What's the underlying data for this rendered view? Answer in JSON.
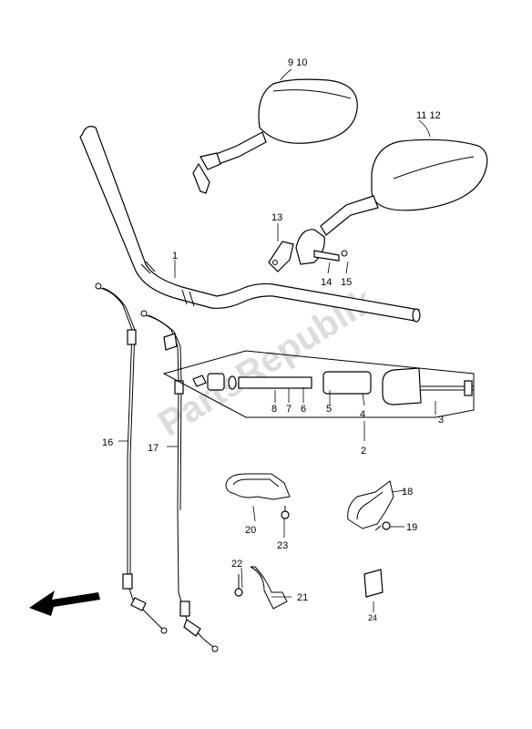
{
  "watermark": "PartsRepublik",
  "labels": {
    "p1": "1",
    "p2": "2",
    "p3": "3",
    "p4": "4",
    "p5": "5",
    "p6": "6",
    "p7": "7",
    "p8": "8",
    "p9_10": "9 10",
    "p11_12": "11 12",
    "p13": "13",
    "p14": "14",
    "p15": "15",
    "p16": "16",
    "p17": "17",
    "p18": "18",
    "p19": "19",
    "p20": "20",
    "p21": "21",
    "p22": "22",
    "p23": "23",
    "p24": "24"
  },
  "icons": {
    "direction_arrow": "front-direction-arrow-icon"
  }
}
